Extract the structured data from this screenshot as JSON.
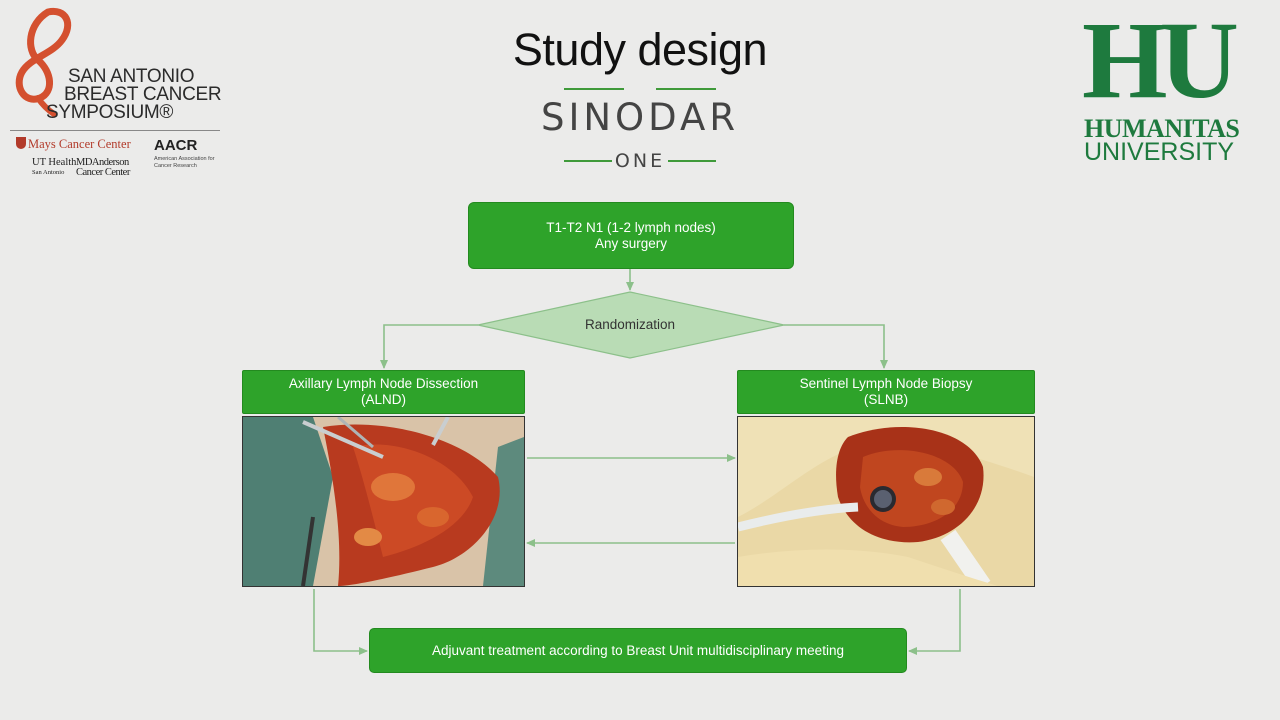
{
  "slide": {
    "title": "Study design",
    "trial_name": "SINODAR",
    "trial_suffix": "ONE"
  },
  "logos": {
    "sabcs": {
      "line1": "SAN ANTONIO",
      "line2": "BREAST CANCER",
      "line3": "SYMPOSIUM®",
      "mays": "Mays Cancer Center",
      "ut_health": "UT Health",
      "ut_health_sub": "San Antonio",
      "md_anderson_1": "MDAnderson",
      "md_anderson_2": "Cancer Center",
      "aacr": "AACR",
      "aacr_sub": "American Association for Cancer Research"
    },
    "humanitas": {
      "letters": "HU",
      "name": "HUMANITAS",
      "university": "UNIVERSITY"
    }
  },
  "flowchart": {
    "start": {
      "line1": "T1-T2 N1 (1-2 lymph nodes)",
      "line2": "Any surgery"
    },
    "decision": "Randomization",
    "arm_left": {
      "line1": "Axillary Lymph Node Dissection",
      "line2": "(ALND)"
    },
    "arm_right": {
      "line1": "Sentinel Lymph Node Biopsy",
      "line2": "(SLNB)"
    },
    "end": "Adjuvant treatment according to Breast Unit multidisciplinary meeting"
  },
  "colors": {
    "box_green": "#2ea32a",
    "arrow_green": "#8cc08a",
    "logo_green": "#1e7a3e",
    "sabcs_red": "#d4502f"
  }
}
